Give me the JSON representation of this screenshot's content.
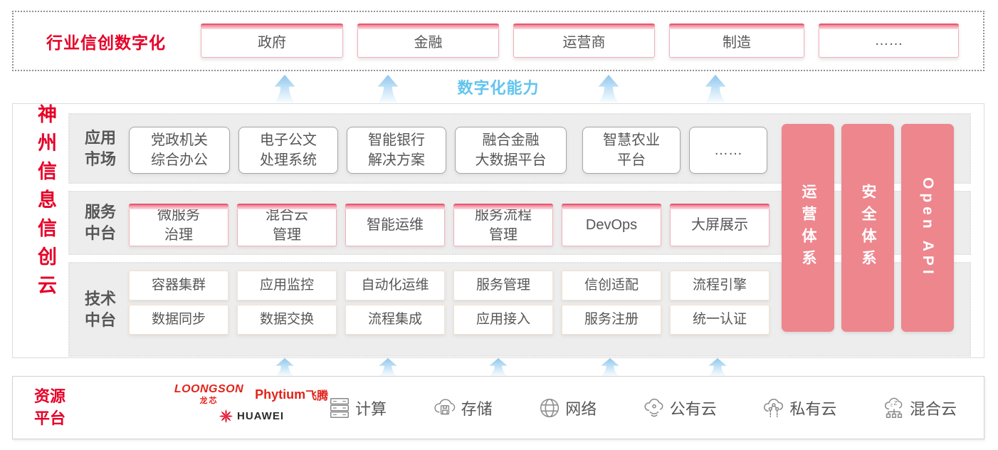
{
  "colors": {
    "accent_red": "#e60027",
    "pillar_pink": "#ee868d",
    "capability_blue": "#62c4ee",
    "box_text_gray": "#565656"
  },
  "top_band": {
    "label": "行业信创数字化",
    "industries": [
      "政府",
      "金融",
      "运营商",
      "制造",
      "……"
    ]
  },
  "capability": {
    "label": "数字化能力"
  },
  "platform": {
    "title": "神州信息信创云",
    "rows": [
      {
        "label": "应用\n市场",
        "items": [
          "党政机关\n综合办公",
          "电子公文\n处理系统",
          "智能银行\n解决方案",
          "融合金融\n大数据平台",
          "智慧农业\n平台",
          "……"
        ]
      },
      {
        "label": "服务\n中台",
        "items": [
          "微服务\n治理",
          "混合云\n管理",
          "智能运维",
          "服务流程\n管理",
          "DevOps",
          "大屏展示"
        ]
      },
      {
        "label": "技术\n中台",
        "items_top": [
          "容器集群",
          "应用监控",
          "自动化运维",
          "服务管理",
          "信创适配",
          "流程引擎"
        ],
        "items_bottom": [
          "数据同步",
          "数据交换",
          "流程集成",
          "应用接入",
          "服务注册",
          "统一认证"
        ]
      }
    ],
    "pillars": [
      "运营体系",
      "安全体系",
      "Open API"
    ]
  },
  "resources": {
    "label": "资源\n平台",
    "vendors": {
      "loongson": "LOONGSON",
      "loongson_sub": "龙芯",
      "phytium": "Phytium",
      "phytium_sub": "飞腾",
      "huawei": "HUAWEI"
    },
    "items": [
      {
        "icon": "compute-icon",
        "label": "计算"
      },
      {
        "icon": "storage-icon",
        "label": "存储"
      },
      {
        "icon": "network-icon",
        "label": "网络"
      },
      {
        "icon": "public-cloud-icon",
        "label": "公有云"
      },
      {
        "icon": "private-cloud-icon",
        "label": "私有云"
      },
      {
        "icon": "hybrid-cloud-icon",
        "label": "混合云"
      }
    ]
  }
}
